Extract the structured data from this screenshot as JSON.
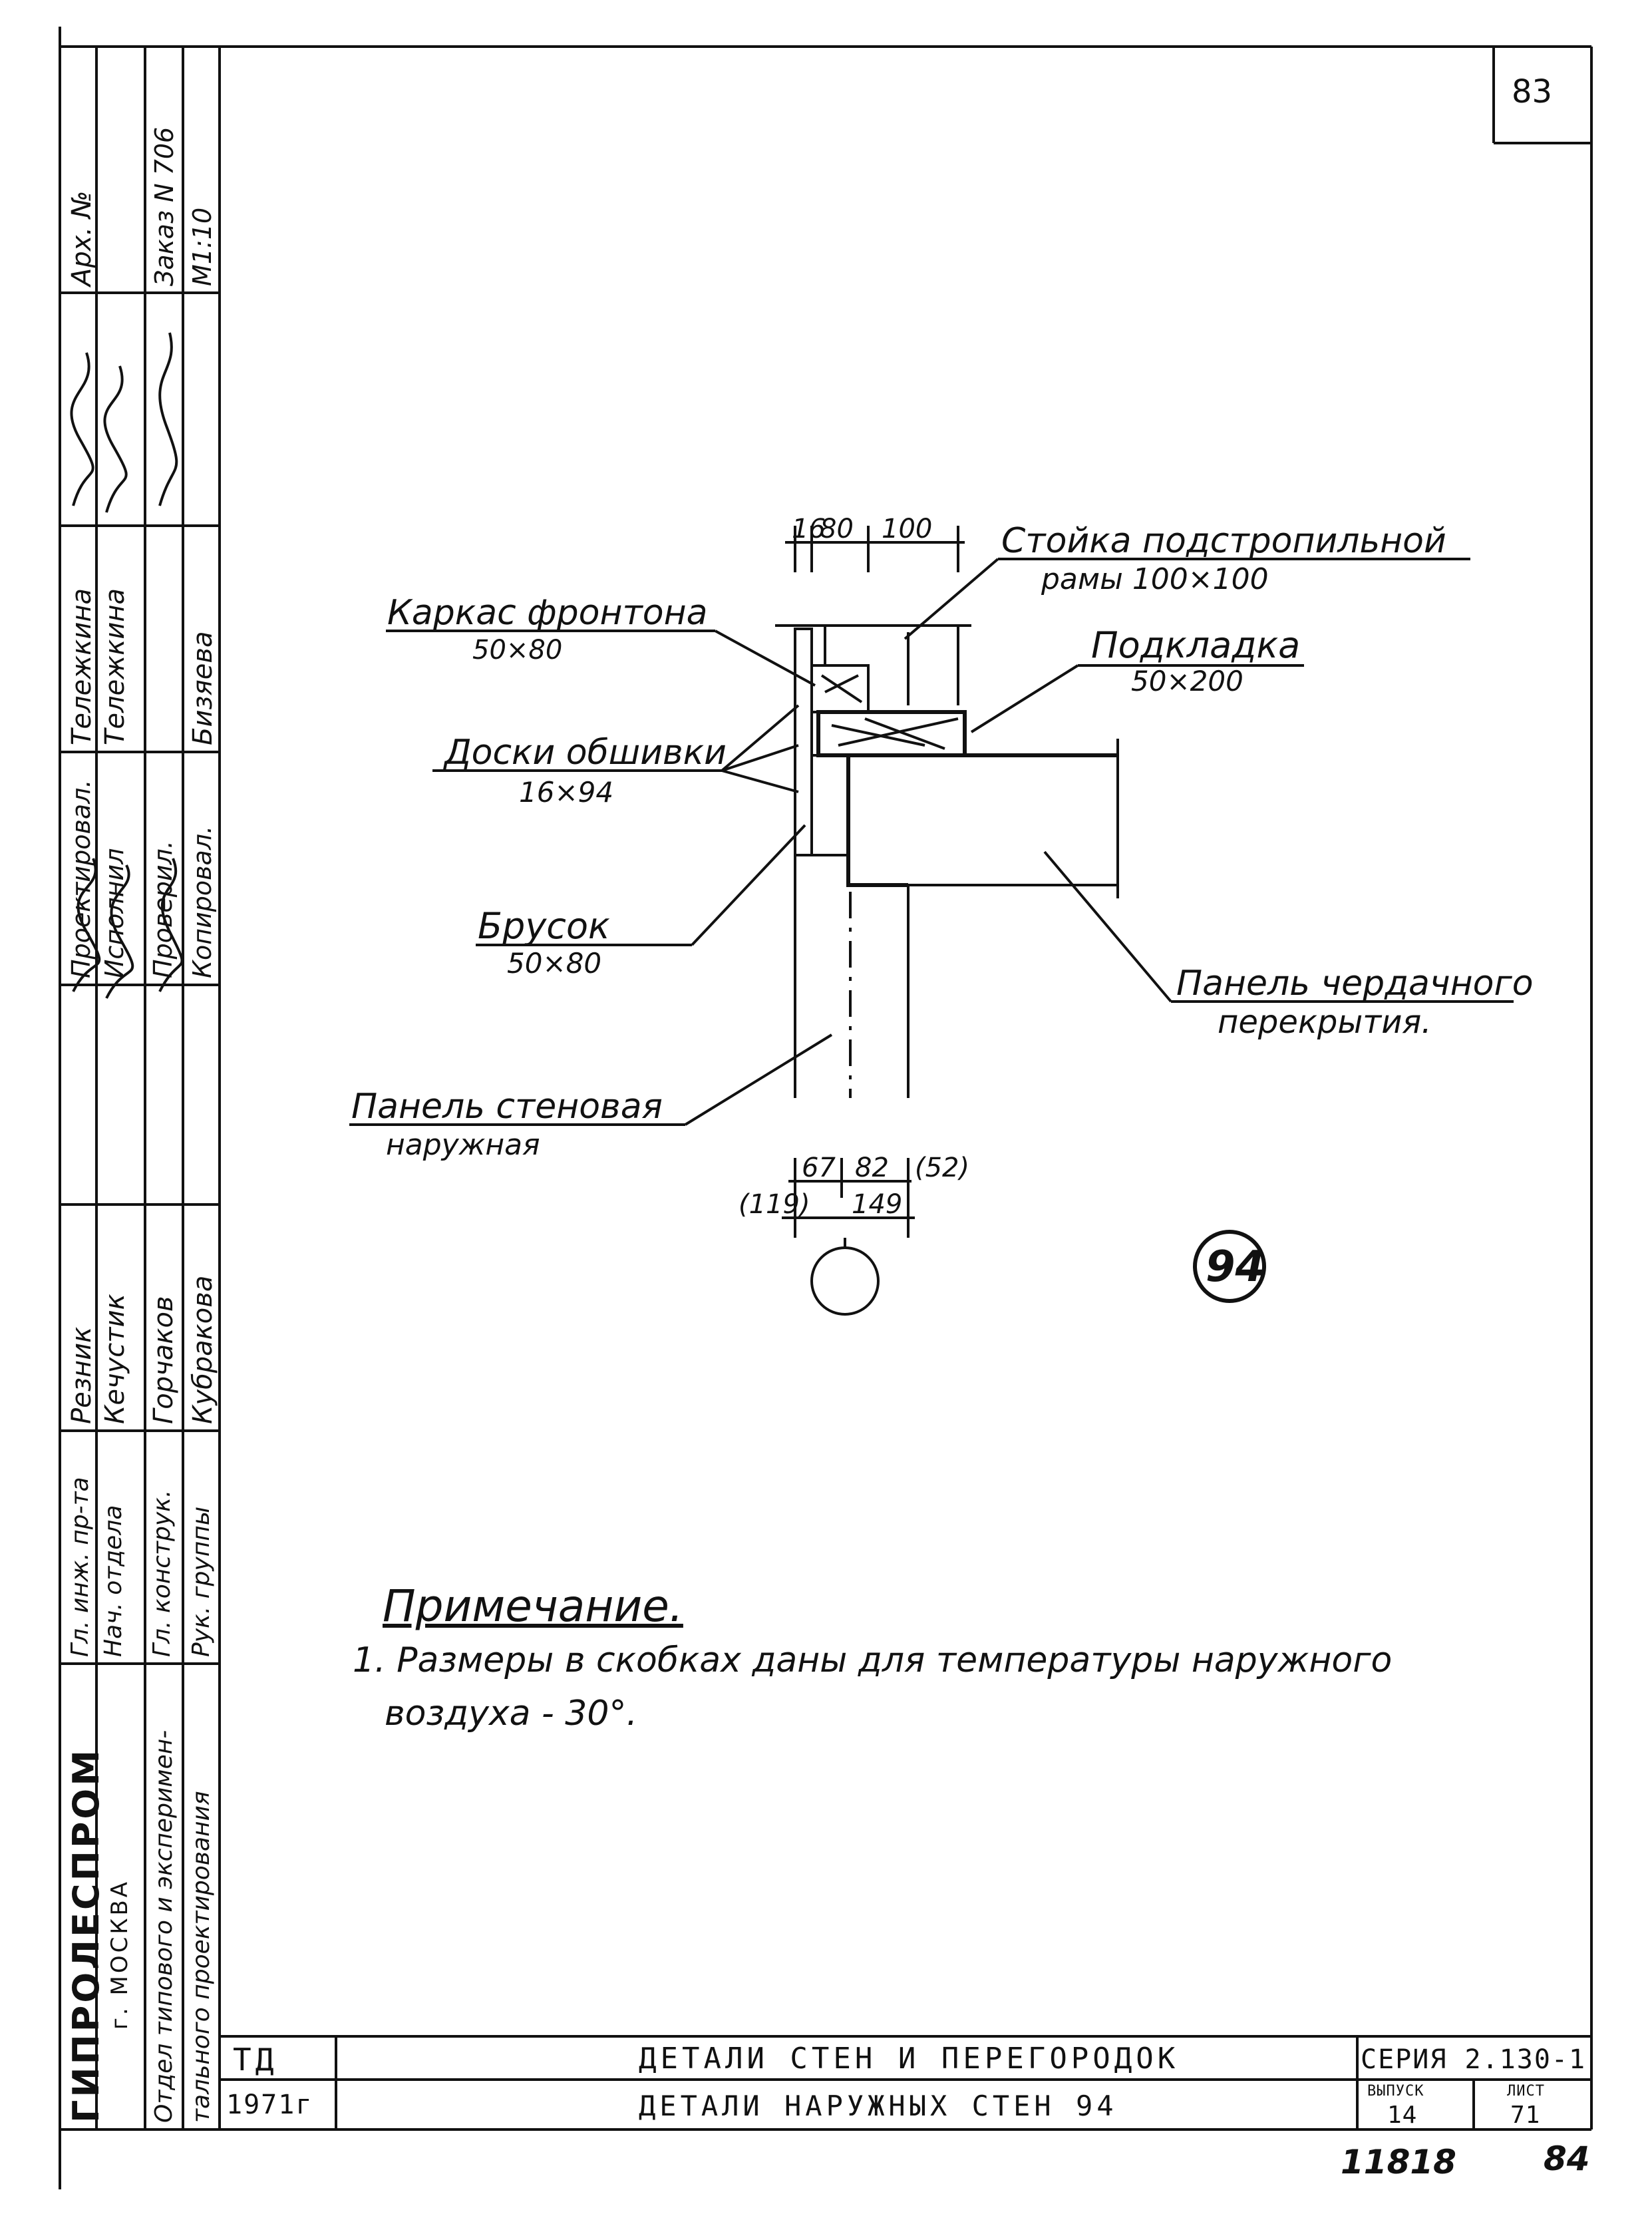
{
  "sheet": {
    "page_number": "83",
    "detail_number": "94",
    "footer_left": "11818",
    "footer_right": "84"
  },
  "drawing": {
    "top_dims": {
      "d1": "16",
      "d2": "80",
      "d3": "100"
    },
    "bottom_dims": {
      "d1": "67",
      "d2": "82",
      "d3": "(52)",
      "d4": "(119)",
      "d5": "149"
    },
    "labels": {
      "stoika_line1": "Стойка подстропильной",
      "stoika_line2": "рамы 100×100",
      "karkas_name": "Каркас фронтона",
      "karkas_size": "50×80",
      "padkladka_name": "Подкладка",
      "padkladka_size": "50×200",
      "doski_name": "Доски обшивки",
      "doski_size": "16×94",
      "brusok_name": "Брусок",
      "brusok_size": "50×80",
      "panel_cherd_line1": "Панель чердачного",
      "panel_cherd_line2": "перекрытия.",
      "panel_sten_line1": "Панель стеновая",
      "panel_sten_line2": "наружная"
    }
  },
  "note": {
    "title": "Примечание.",
    "line1": "1. Размеры в скобках даны для температуры наружного",
    "line2": "воздуха - 30°."
  },
  "side_stamp": {
    "arch_no": "Арх. №",
    "order": "Заказ N 706",
    "scale": "М1:10",
    "roles": [
      "Проектировал.",
      "Исполнил",
      "Проверил.",
      "Копировал."
    ],
    "role_names": [
      "Тележкина",
      "Тележкина",
      "",
      "Бизяева"
    ],
    "chiefs_titles": [
      "Гл. инж. пр-та",
      "Нач. отдела",
      "Гл. констрyк.",
      "Рук. группы"
    ],
    "chiefs_names": [
      "Резник",
      "Кечустик",
      "Горчаков",
      "Кубракова"
    ],
    "org_name": "ГИПРОЛЕСПРОМ",
    "org_city": "г. МОСКВА",
    "org_dept1": "Отдел типового и эксперимен-",
    "org_dept2": "тального проектирования"
  },
  "title_block": {
    "code": "ТД",
    "year": "1971г",
    "title1": "ДЕТАЛИ СТЕН И ПЕРЕГОРОДОК",
    "title2": "ДЕТАЛИ НАРУЖНЫХ СТЕН 94",
    "series": "СЕРИЯ 2.130-1",
    "issue_label": "ВЫПУСК",
    "issue_value": "14",
    "sheet_label": "ЛИСТ",
    "sheet_value": "71"
  }
}
